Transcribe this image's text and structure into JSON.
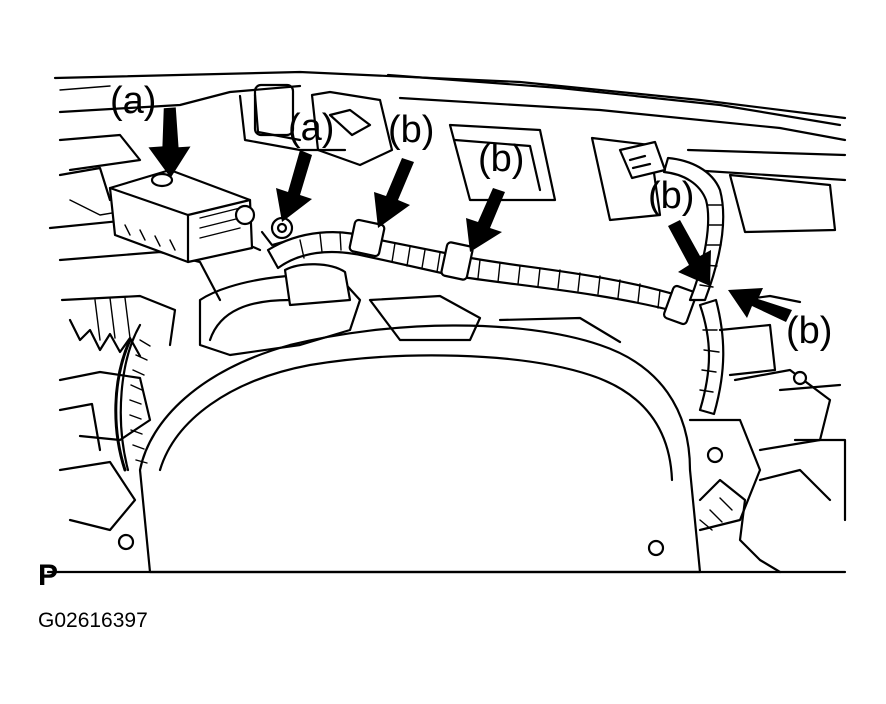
{
  "callouts": [
    {
      "id": "a1",
      "label": "(a)"
    },
    {
      "id": "a2",
      "label": "(a)"
    },
    {
      "id": "b1",
      "label": "(b)"
    },
    {
      "id": "b2",
      "label": "(b)"
    },
    {
      "id": "b3",
      "label": "(b)"
    },
    {
      "id": "b4",
      "label": "(b)"
    }
  ],
  "view_letter": "P",
  "figure_id": "G02616397"
}
